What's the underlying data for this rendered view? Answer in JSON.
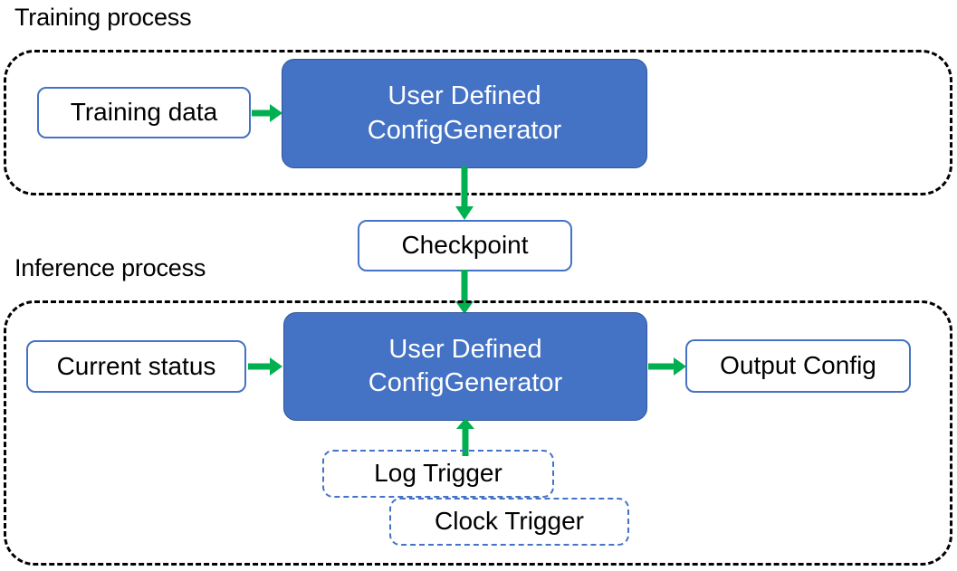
{
  "diagram": {
    "title_visible": false,
    "colors": {
      "arrow_green": "#00b050",
      "box_blue_fill": "#4472c4",
      "box_blue_border": "#2f5597",
      "outline_blue": "#4472c4",
      "container_dash": "#000000",
      "text_dark": "#000000",
      "text_light": "#ffffff",
      "background": "#ffffff"
    },
    "sections": [
      {
        "id": "training",
        "caption": "Training process"
      },
      {
        "id": "inference",
        "caption": "Inference process"
      }
    ],
    "nodes": {
      "training_data": {
        "label": "Training data"
      },
      "training_generator": {
        "line1": "User Defined",
        "line2": "ConfigGenerator"
      },
      "checkpoint": {
        "label": "Checkpoint"
      },
      "current_status": {
        "label": "Current status"
      },
      "inference_generator": {
        "line1": "User Defined",
        "line2": "ConfigGenerator"
      },
      "output_config": {
        "label": "Output Config"
      },
      "log_trigger": {
        "label": "Log Trigger"
      },
      "clock_trigger": {
        "label": "Clock Trigger"
      }
    },
    "edges": [
      {
        "id": "training-data-to-generator",
        "from": "training_data",
        "to": "training_generator",
        "direction": "right",
        "label": ""
      },
      {
        "id": "generator-to-checkpoint",
        "from": "training_generator",
        "to": "checkpoint",
        "direction": "down",
        "label": ""
      },
      {
        "id": "checkpoint-to-inference-generator",
        "from": "checkpoint",
        "to": "inference_generator",
        "direction": "down",
        "label": ""
      },
      {
        "id": "current-status-to-generator",
        "from": "current_status",
        "to": "inference_generator",
        "direction": "right",
        "label": ""
      },
      {
        "id": "generator-to-output-config",
        "from": "inference_generator",
        "to": "output_config",
        "direction": "right",
        "label": ""
      },
      {
        "id": "triggers-to-generator",
        "from": "log_trigger",
        "to": "inference_generator",
        "direction": "up",
        "label": ""
      }
    ]
  }
}
